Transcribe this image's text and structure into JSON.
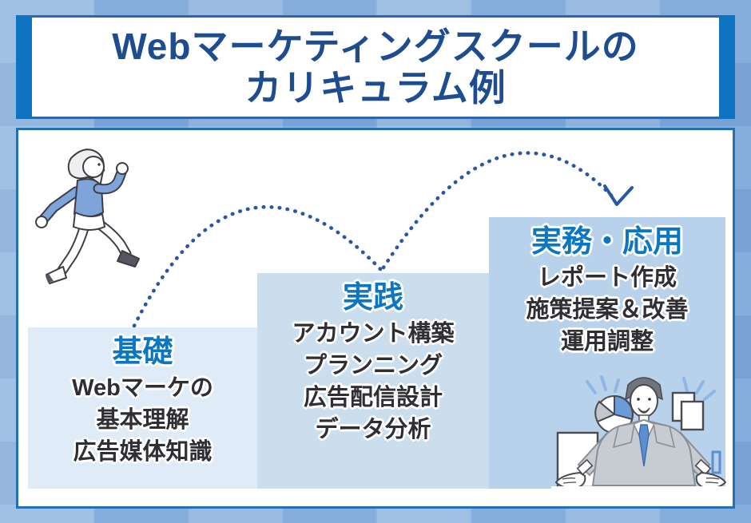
{
  "title": {
    "line1": "Webマーケティングスクールの",
    "line2": "カリキュラム例"
  },
  "steps": [
    {
      "heading": "基礎",
      "items": [
        "Webマーケの",
        "基本理解",
        "広告媒体知識"
      ]
    },
    {
      "heading": "実践",
      "items": [
        "アカウント構築",
        "プランニング",
        "広告配信設計",
        "データ分析"
      ]
    },
    {
      "heading": "実務・応用",
      "items": [
        "レポート作成",
        "施策提案＆改善",
        "運用調整"
      ]
    }
  ],
  "arrows": {
    "type": "dotted-arc",
    "count": 2,
    "color": "#2a58a0"
  },
  "illustrations": {
    "runner": "running-woman",
    "presenter": "businessman-presenting",
    "presenter_props": [
      "pie-chart",
      "document",
      "papers",
      "bar-chart",
      "sparkles"
    ]
  },
  "colors": {
    "background": "#85aedd",
    "title_text": "#1e4d8f",
    "title_side_bar": "#0e74c2",
    "panel_border": "#2370b8",
    "step_heading": "#0d76c1",
    "step_body_text": "#2f2f33",
    "step_bg_basic": "#dfebf6",
    "step_bg_practice": "#cbdeee",
    "step_bg_applied": "#b7d2ea",
    "arc_dots": "#2a58a0"
  }
}
